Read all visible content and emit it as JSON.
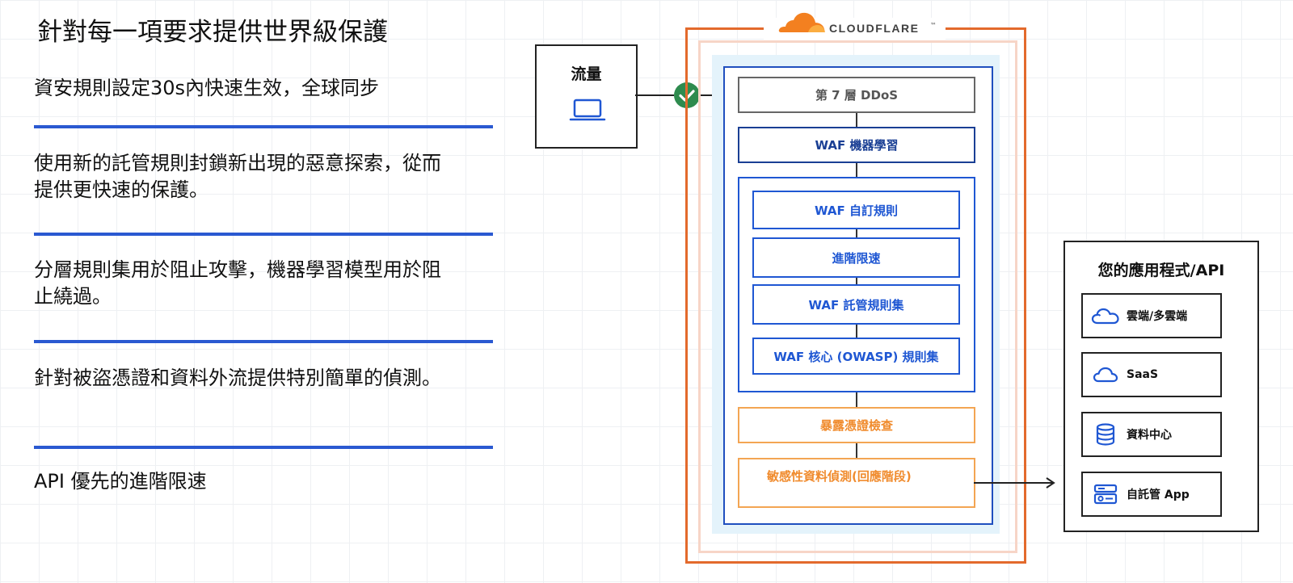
{
  "header": {
    "title": "針對每一項要求提供世界級保護"
  },
  "features": [
    {
      "line1": "資安規則設定30s內快速生效，全球同步",
      "line2": ""
    },
    {
      "line1": "使用新的託管規則封鎖新出現的惡意探索，從而",
      "line2": "提供更快速的保護。"
    },
    {
      "line1": "分層規則集用於阻止攻擊，機器學習模型用於阻",
      "line2": "止繞過。"
    },
    {
      "line1": "針對被盜憑證和資料外流提供特別簡單的偵測。",
      "line2": ""
    },
    {
      "line1": "API 優先的進階限速",
      "line2": ""
    }
  ],
  "traffic": {
    "label": "流量",
    "icon": "laptop-icon",
    "status_icon": "check-circle-icon"
  },
  "cloudflare": {
    "brand": "CLOUDFLARE",
    "tm": "™",
    "icon": "cloud-icon"
  },
  "pipeline": {
    "ddos": "第 7 層 DDoS",
    "waf_ml": "WAF 機器學習",
    "waf_custom": "WAF 自訂規則",
    "rate_limit": "進階限速",
    "waf_managed": "WAF 託管規則集",
    "waf_core": "WAF 核心 (OWASP) 規則集",
    "exposed_creds": "暴露憑證檢查",
    "sensitive_data": "敏感性資料偵測(回應階段)"
  },
  "apps": {
    "title": "您的應用程式/API",
    "items": [
      {
        "label": "雲端/多雲端",
        "icon": "cloud-icon"
      },
      {
        "label": "SaaS",
        "icon": "cloud-outline-icon"
      },
      {
        "label": "資料中心",
        "icon": "database-icon"
      },
      {
        "label": "自託管 App",
        "icon": "server-icon"
      }
    ]
  },
  "colors": {
    "accent_blue": "#2a59d1",
    "cloudflare_orange": "#e36a2c",
    "check_green": "#2e8b4e",
    "data_orange": "#f08b2d",
    "navy": "#1a3f94"
  }
}
